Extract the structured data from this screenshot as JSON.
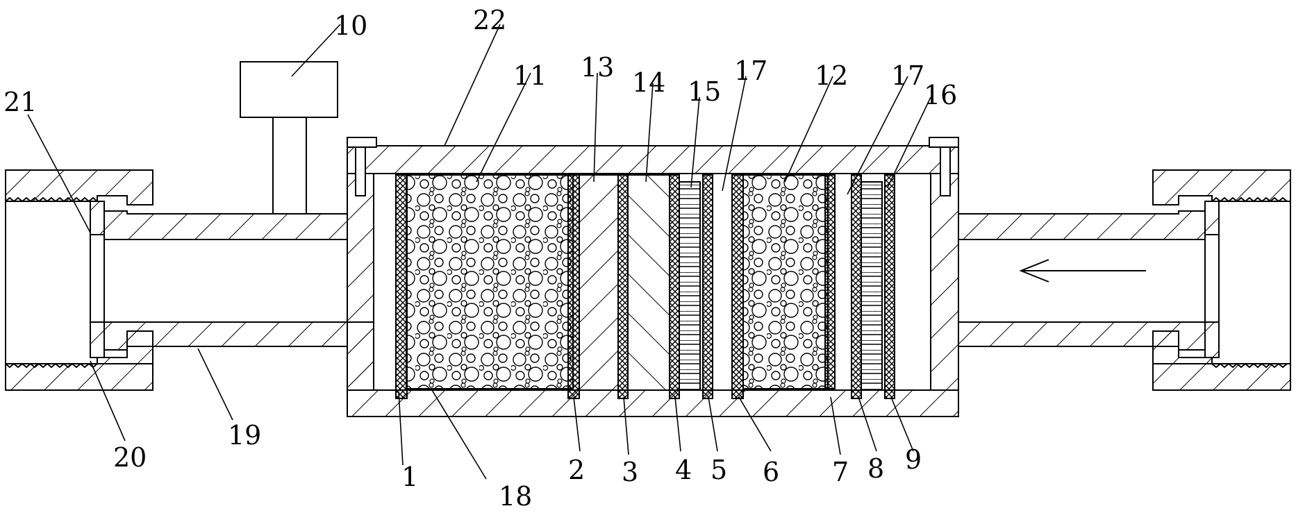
{
  "labels": {
    "l1": "1",
    "l2": "2",
    "l3": "3",
    "l4": "4",
    "l5": "5",
    "l6": "6",
    "l7": "7",
    "l8": "8",
    "l9": "9",
    "l10": "10",
    "l11": "11",
    "l12": "12",
    "l13": "13",
    "l14": "14",
    "l15": "15",
    "l16": "16",
    "l17a": "17",
    "l17b": "17",
    "l18": "18",
    "l19": "19",
    "l20": "20",
    "l21": "21",
    "l22": "22"
  },
  "flow_arrow": "right-to-left"
}
